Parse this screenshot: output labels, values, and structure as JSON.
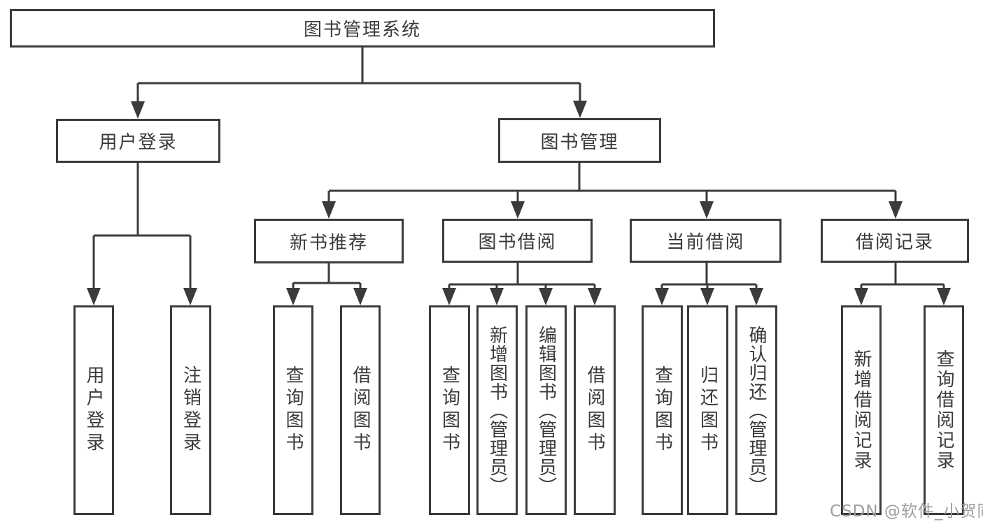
{
  "diagram": {
    "title_node": {
      "label": "图书管理系统"
    },
    "root": {
      "label": "图书管理系统"
    },
    "branches": [
      {
        "label": "用户登录",
        "children": [
          {
            "label": "用户登录"
          },
          {
            "label": "注销登录"
          }
        ]
      },
      {
        "label": "图书管理",
        "children": [
          {
            "label": "新书推荐",
            "children": [
              {
                "label": "查询图书"
              },
              {
                "label": "借阅图书"
              }
            ]
          },
          {
            "label": "图书借阅",
            "children": [
              {
                "label": "查询图书"
              },
              {
                "label": "新增图书（管理员）"
              },
              {
                "label": "编辑图书（管理员）"
              },
              {
                "label": "借阅图书"
              }
            ]
          },
          {
            "label": "当前借阅",
            "children": [
              {
                "label": "查询图书"
              },
              {
                "label": "归还图书"
              },
              {
                "label": "确认归还（管理员）"
              }
            ]
          },
          {
            "label": "借阅记录",
            "children": [
              {
                "label": "新增借阅记录"
              },
              {
                "label": "查询借阅记录"
              }
            ]
          }
        ]
      }
    ],
    "watermark": "CSDN @软件_小贺同学",
    "colors": {
      "line": "#3b3b3b",
      "text": "#3a3a3a",
      "watermark": "#9e9e9e",
      "background": "#ffffff"
    }
  }
}
